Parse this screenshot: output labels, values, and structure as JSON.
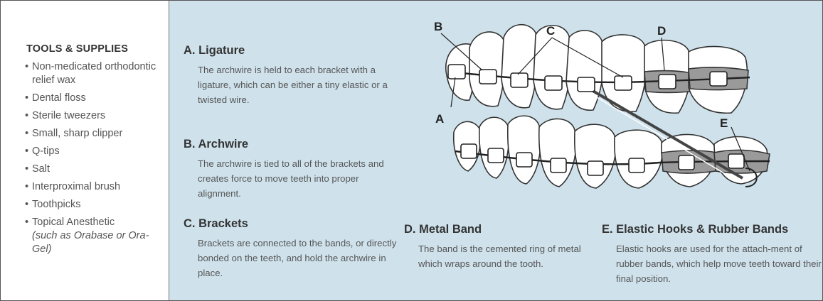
{
  "tools": {
    "title": "TOOLS & SUPPLIES",
    "items": [
      {
        "text": "Non-medicated orthodontic relief wax"
      },
      {
        "text": "Dental floss"
      },
      {
        "text": "Sterile tweezers"
      },
      {
        "text": "Small, sharp clipper"
      },
      {
        "text": "Q-tips"
      },
      {
        "text": "Salt"
      },
      {
        "text": "Interproximal brush"
      },
      {
        "text": "Toothpicks"
      },
      {
        "text": "Topical Anesthetic",
        "sub": "(such as Orabase or Ora-Gel)"
      }
    ]
  },
  "sections": {
    "a": {
      "title": "A. Ligature",
      "body": "The archwire is held to each bracket with a ligature, which can be either a tiny elastic or a twisted wire."
    },
    "b": {
      "title": "B. Archwire",
      "body": "The archwire is tied to all of the brackets and creates force to move teeth into proper alignment."
    },
    "c": {
      "title": "C. Brackets",
      "body": "Brackets are connected to the bands, or directly bonded on the teeth, and hold the archwire in place."
    },
    "d": {
      "title": "D. Metal Band",
      "body": "The band is the cemented ring of metal which wraps around the tooth."
    },
    "e": {
      "title": "E. Elastic Hooks & Rubber Bands",
      "body": "Elastic hooks are used for the attach-ment of rubber bands, which help move teeth toward their final position."
    }
  },
  "illustration": {
    "labels": {
      "a": "A",
      "b": "B",
      "c": "C",
      "d": "D",
      "e": "E"
    }
  }
}
